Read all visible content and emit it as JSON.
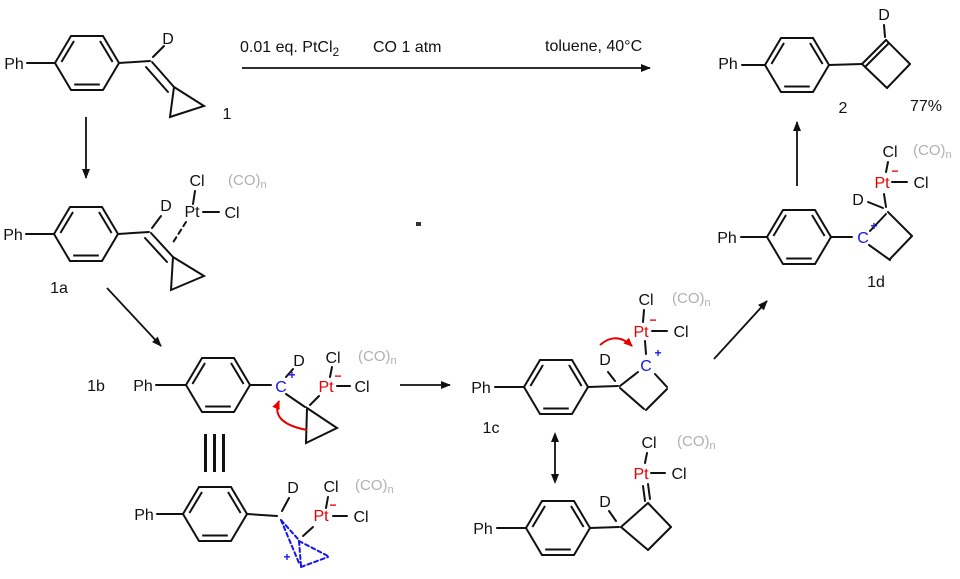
{
  "scheme": {
    "conditions": {
      "catalyst": "0.01 eq. PtCl",
      "catalyst_sub": "2",
      "gas": "CO 1 atm",
      "solvent": "toluene, 40°C"
    },
    "labels": {
      "compound_1": "1",
      "compound_1a": "1a",
      "compound_1b": "1b",
      "compound_1c": "1c",
      "compound_1d": "1d",
      "compound_2": "2",
      "yield": "77%"
    },
    "atoms": {
      "ph": "Ph",
      "d": "D",
      "cl": "Cl",
      "pt": "Pt",
      "c": "C",
      "plus": "+",
      "minus": "−",
      "co": "(CO)",
      "co_sub": "n"
    },
    "colors": {
      "bond": "#111111",
      "platinum": "#e60000",
      "cation": "#1616e6",
      "carbonyl": "#b0b0b0"
    }
  }
}
